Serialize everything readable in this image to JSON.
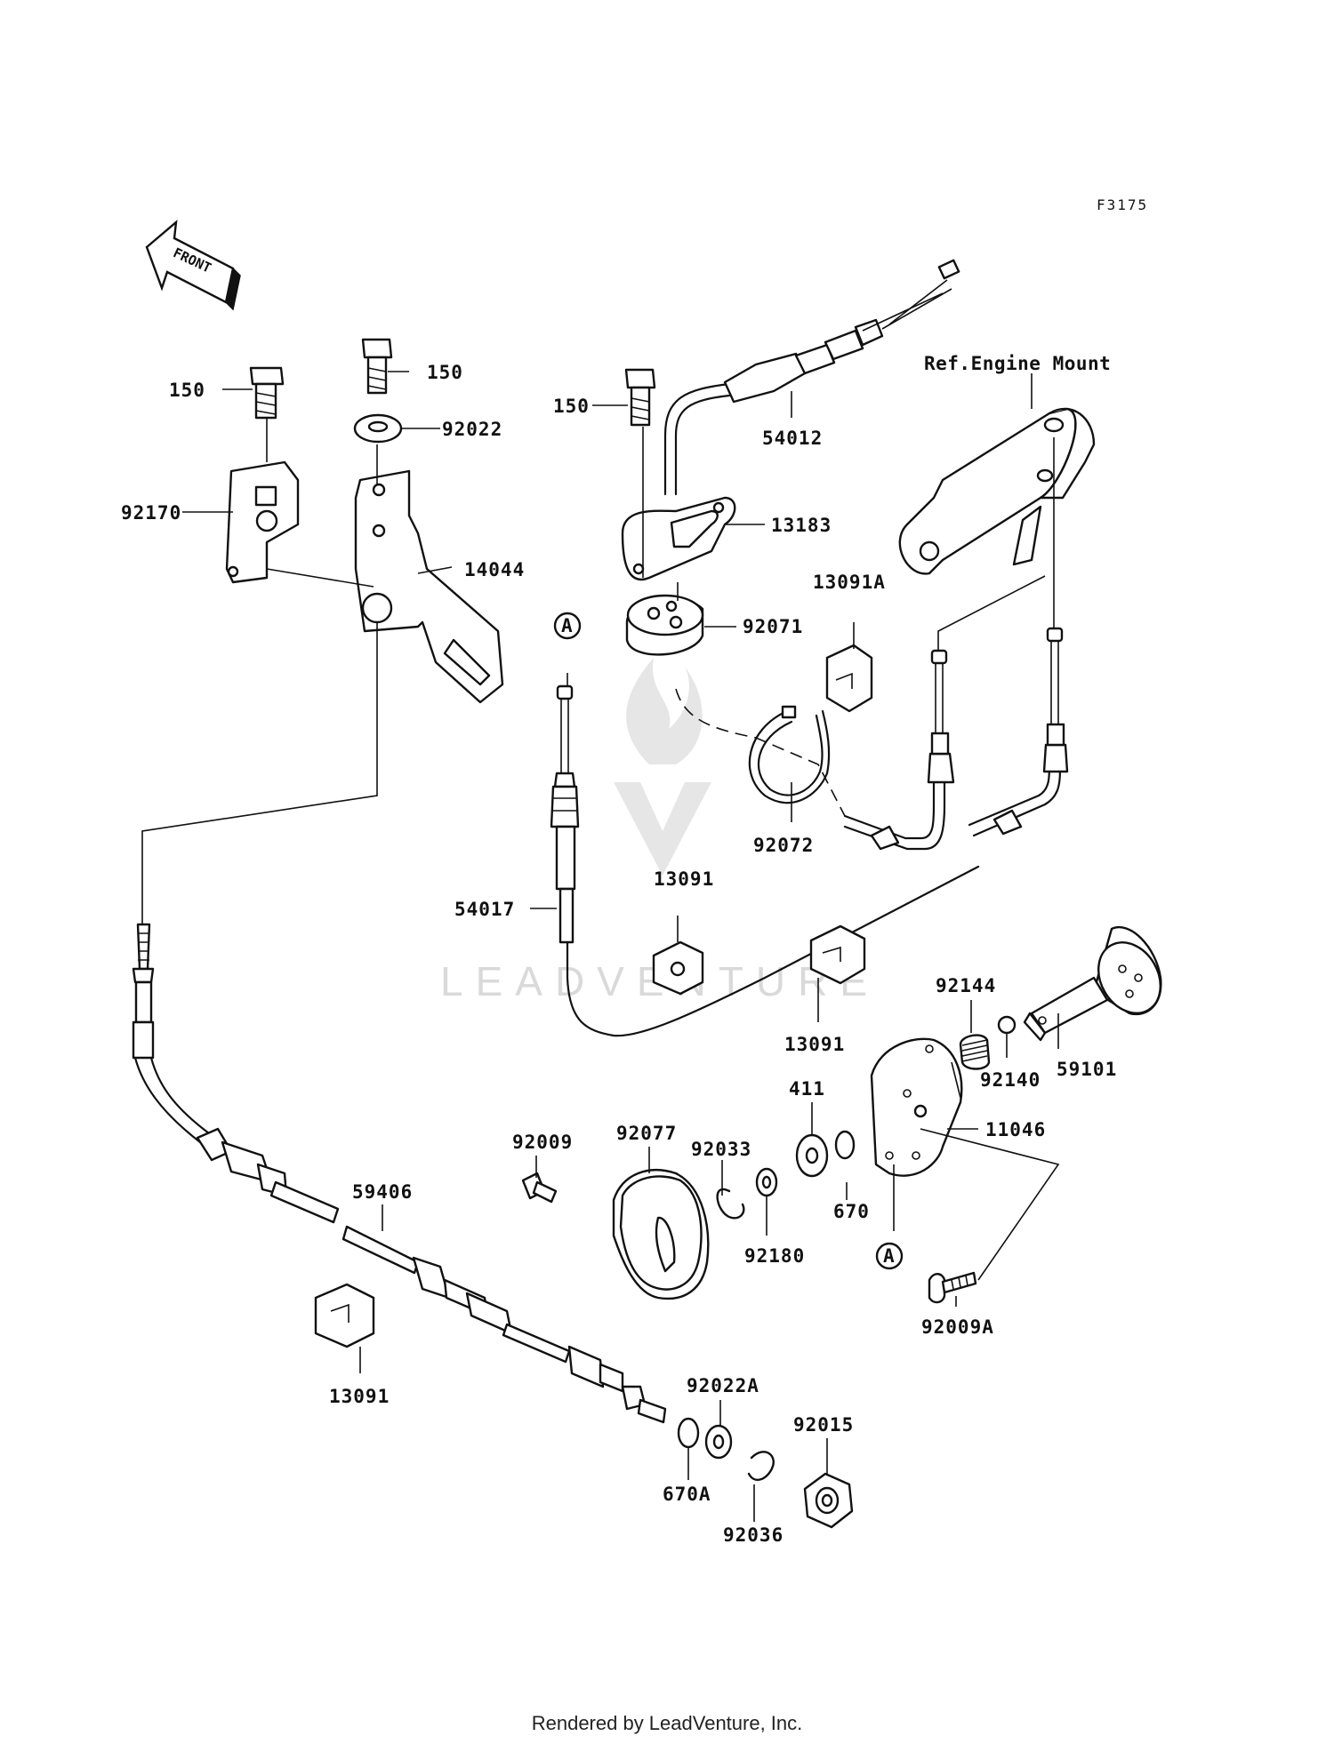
{
  "figure_code": "F3175",
  "front_marker": "FRONT",
  "reference_label": "Ref.Engine Mount",
  "watermark": "LEADVENTURE",
  "footer": "Rendered by LeadVenture, Inc.",
  "connector_mark": "A",
  "parts": {
    "p150a": "150",
    "p150b": "150",
    "p150c": "150",
    "p92022": "92022",
    "p92170": "92170",
    "p14044": "14044",
    "p54012": "54012",
    "p13183": "13183",
    "p13091A": "13091A",
    "p92071": "92071",
    "p92072": "92072",
    "p54017": "54017",
    "p13091a": "13091",
    "p13091b": "13091",
    "p13091c": "13091",
    "p92144": "92144",
    "p92140": "92140",
    "p59101": "59101",
    "p411": "411",
    "p11046": "11046",
    "p670": "670",
    "p92009": "92009",
    "p92077": "92077",
    "p92033": "92033",
    "p92180": "92180",
    "p92009A": "92009A",
    "p59406": "59406",
    "p92022A": "92022A",
    "p92015": "92015",
    "p670A": "670A",
    "p92036": "92036"
  }
}
